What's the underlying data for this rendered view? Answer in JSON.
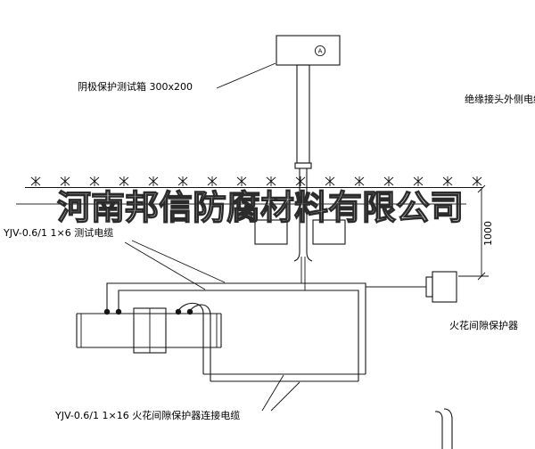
{
  "watermark": {
    "text": "河南邦信防腐材料有限公司"
  },
  "labels": {
    "test_box": "阴极保护测试箱 300x200",
    "outer_cable": "绝缘接头外侧电缆",
    "test_cable": "YJV-0.6/1 1×6  测试电缆",
    "spark_gap": "火花间隙保护器",
    "protector_cable": "YJV-0.6/1 1×16  火花间隙保护器连接电缆",
    "dimension_1000": "1000",
    "meter_letter": "A"
  },
  "colors": {
    "line": "#141414",
    "background": "#ffffff",
    "watermark_stroke": "#2b2b2b"
  }
}
